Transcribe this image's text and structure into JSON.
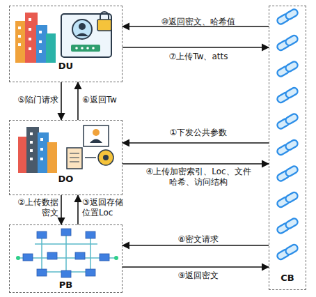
{
  "diagram": {
    "nodes": [
      {
        "text": [
          "DU"
        ]
      },
      {
        "text": [
          "DO"
        ]
      },
      {
        "text": [
          "PB"
        ]
      },
      {
        "text": [
          "CB"
        ]
      }
    ],
    "edges": [
      {
        "from": 3,
        "to": 0,
        "label": "⑩返回密文、哈希值",
        "arrow": "to"
      },
      {
        "from": 0,
        "to": 3,
        "label": "⑦上传Tw、atts",
        "arrow": "to"
      },
      {
        "from": 0,
        "to": 1,
        "label": "⑤陷门请求",
        "arrow": "to"
      },
      {
        "from": 1,
        "to": 0,
        "label": "⑥返回Tw",
        "arrow": "to"
      },
      {
        "from": 3,
        "to": 1,
        "label": "①下发公共参数",
        "arrow": "to"
      },
      {
        "from": 1,
        "to": 3,
        "label": "④上传加密索引、Loc、文件哈希、访问结构",
        "arrow": "to"
      },
      {
        "from": 1,
        "to": 2,
        "label": "②上传数据密文",
        "arrow": "to"
      },
      {
        "from": 2,
        "to": 1,
        "label": "③返回存储位置Loc",
        "arrow": "to"
      },
      {
        "from": 3,
        "to": 2,
        "label": "⑧密文请求",
        "arrow": "to"
      },
      {
        "from": 2,
        "to": 3,
        "label": "⑨返回密文",
        "arrow": "to"
      }
    ]
  }
}
